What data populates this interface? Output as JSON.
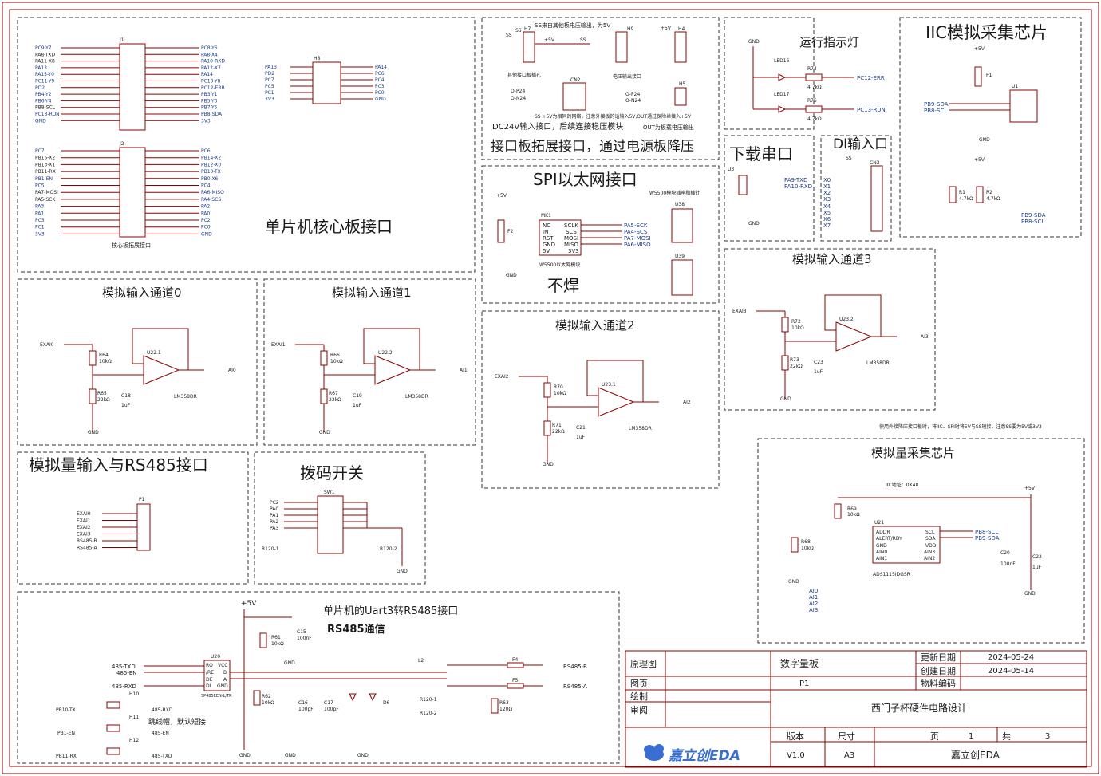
{
  "colors": {
    "wire": "#8b0000",
    "wire2": "#2a2a8a",
    "text": "#1a1a1a",
    "dash": "#333333",
    "blue": "#1a3a8a",
    "red": "#cc0000",
    "green": "#2e8b2e",
    "frame": "#8b0000",
    "logo": "#3a6fd1"
  },
  "sections": {
    "core_board": "单片机核心板接口",
    "ext_board": "接口板拓展接口，通过电源板降压",
    "dc24v_note": "DC24V输入接口，后续连接稳压模块",
    "out_note": "OUT为板载电压输出",
    "spi_title": "SPI以太网接口",
    "spi_sub": "W5500模块插座和插针",
    "spi_module": "W5500以太网模块",
    "no_solder": "不焊",
    "led_title": "运行指示灯",
    "iic_title": "IIC模拟采集芯片",
    "download": "下载串口",
    "di_input": "DI输入口",
    "ai0": "模拟输入通道0",
    "ai1": "模拟输入通道1",
    "ai2": "模拟输入通道2",
    "ai3": "模拟输入通道3",
    "ai_rs485": "模拟量输入与RS485接口",
    "dip": "拨码开关",
    "adc_title": "模拟量采集芯片",
    "iic_addr": "IIC地址：0X48",
    "ext_note": "使用外接降压接口板时，将IIC、SPI时将5V与SS短接，注意SS要为5V或3V3",
    "uart_title": "单片机的Uart3转RS485接口",
    "rs485_bold": "RS485通信",
    "jumper_note": "跳线帽，默认短接",
    "ss_note1": "SS来自其他板电压输出，为5V",
    "ss_note2": "SS +5V为相同的网络，注意外接板的话输入5V,OUT通过保险丝接入+5V",
    "other_board": "其他接口板插孔",
    "vout": "电压输出接口",
    "core_ext": "核心板拓展接口"
  },
  "title_block": {
    "h_diagram": "原理图",
    "board": "数字量板",
    "h_update": "更新日期",
    "update": "2024-05-24",
    "h_create": "创建日期",
    "create": "2024-05-14",
    "h_page": "图页",
    "page": "P1",
    "h_part": "物料编码",
    "h_draw": "绘制",
    "h_review": "审阅",
    "company": "西门子杯硬件电路设计",
    "h_version": "版本",
    "version": "V1.0",
    "h_size": "尺寸",
    "size": "A3",
    "h_pg": "页",
    "pg": "1",
    "h_total": "共",
    "total": "3",
    "logo": "嘉立创EDA",
    "tool": "嘉立创EDA"
  },
  "j1": {
    "left_nets": [
      "PC9-Y7",
      "PA8-TXD",
      "PA11-X8",
      "PA13",
      "PA15-Y0",
      "PC11-Y9",
      "PD2",
      "PB4-Y2",
      "PB6-Y4",
      "PB8-SCL",
      "PC13-RUN",
      "GND"
    ],
    "right_nets": [
      "PC8-Y6",
      "PA8-X4",
      "PA10-RXD",
      "PA12-X7",
      "PA14",
      "PC10-Y8",
      "PC12-ERR",
      "PB3-Y1",
      "PB5-Y3",
      "PB7-Y5",
      "PB8-SDA",
      "3V3"
    ]
  },
  "j2": {
    "left_nets": [
      "PC7",
      "PB15-X2",
      "PB13-X1",
      "PB11-RX",
      "PB1-EN",
      "PC5",
      "PA7-MOSI",
      "PA5-SCK",
      "PA3",
      "PA1",
      "PC3",
      "PC1",
      "3V3"
    ],
    "right_nets": [
      "PC6",
      "PB14-X2",
      "PB12-X0",
      "PB10-TX",
      "PB0-X6",
      "PC4",
      "PA6-MISO",
      "PA4-SCS",
      "PA2",
      "PA0",
      "PC2",
      "PC0",
      "GND"
    ]
  },
  "h8": {
    "left": [
      "PA13",
      "PD2",
      "PC7",
      "PC5",
      "PC1",
      "3V3"
    ],
    "right": [
      "PA14",
      "PC6",
      "PC4",
      "PC3",
      "PC0",
      "GND"
    ]
  },
  "rs485_nets": [
    "485-TXD",
    "485-EN",
    "485-RXD",
    "PB10-TX",
    "PB1-EN",
    "PB11-RX",
    "RS485-B",
    "RS485-A",
    "R120-1",
    "R120-2"
  ],
  "p1_nets": [
    "EXAI0",
    "EXAI1",
    "EXAI2",
    "EXAI3",
    "RS485-B",
    "RS485-A"
  ],
  "dip_nets": [
    "PC2",
    "PA0",
    "PA1",
    "PA2",
    "PA3"
  ],
  "refs": {
    "r64": "R64",
    "r64v": "10kΩ",
    "r65": "R65",
    "r65v": "22kΩ",
    "c18": "C18",
    "c18v": "1uF",
    "u22_1": "U22.1",
    "lm": "LM358DR",
    "r66": "R66",
    "r66v": "10kΩ",
    "r67": "R67",
    "r67v": "22kΩ",
    "c19": "C19",
    "c19v": "1uF",
    "u22_2": "U22.2",
    "r70": "R70",
    "r70v": "10kΩ",
    "r71": "R71",
    "r71v": "22kΩ",
    "c21": "C21",
    "c21v": "1uF",
    "u23_1": "U23.1",
    "r72": "R72",
    "r72v": "10kΩ",
    "r73": "R73",
    "r73v": "22kΩ",
    "c23": "C23",
    "c23v": "1uF",
    "u23_2": "U23.2",
    "u21": "U21",
    "ads": "ADS1115IDGSR",
    "r69": "R69",
    "r69v": "10kΩ",
    "r68": "R68",
    "r68v": "10kΩ",
    "c20": "C20",
    "c20v": "100nF",
    "c22": "C22",
    "c22v": "1uF",
    "u20": "U20",
    "sp": "SP485EEN-L/TR",
    "r61": "R61",
    "r61v": "10kΩ",
    "c15": "C15",
    "c15v": "100nF",
    "r62": "R62",
    "r62v": "10kΩ",
    "c16": "C16",
    "c16v": "100pF",
    "c17": "C17",
    "c17v": "100pF",
    "d6": "D6",
    "l2": "L2",
    "f4": "F4",
    "f5": "F5",
    "r63": "R63",
    "r63v": "120Ω",
    "h10": "H10",
    "h11": "H11",
    "h12": "H12",
    "p1": "P1",
    "sw1": "SW1",
    "u1": "U1",
    "f1": "F1",
    "r1": "R1",
    "r1v": "4.7kΩ",
    "r2": "R2",
    "r2v": "4.7kΩ",
    "led16": "LED16",
    "led17": "LED17",
    "r74": "R74",
    "r74v": "4.7kΩ",
    "r75": "R75",
    "r75v": "4.7kΩ",
    "u3": "U3",
    "cn3": "CN3",
    "mk1": "MK1",
    "f2": "F2",
    "u38": "U38",
    "u39": "U39",
    "h7": "H7",
    "h9": "H9",
    "h4": "H4",
    "h5": "H5",
    "cn2": "CN2",
    "h8": "H8",
    "j1": "J1",
    "j2": "J2"
  },
  "labels": {
    "ai0": "AI0",
    "ai1": "AI1",
    "ai2": "AI2",
    "ai3": "AI3",
    "exai0": "EXAI0",
    "exai1": "EXAI1",
    "exai2": "EXAI2",
    "exai3": "EXAI3",
    "gnd": "GND",
    "p5v": "+5V",
    "ss": "SS",
    "v5": "+5V",
    "pc12": "PC12-ERR",
    "pc13": "PC13-RUN",
    "pb9scl": "PB9-SDA",
    "pb8scl": "PB8-SCL",
    "pb9sda": "PB9-SDA",
    "pb8scl2": "PB8-SCL",
    "pa9": "PA9-TXD",
    "pa10": "PA10-RXD",
    "pa5": "PA5-SCK",
    "pa4": "PA4-SCS",
    "pa7": "PA7-MOSI",
    "pa6": "PA6-MISO",
    "op24": "O-P24",
    "on24": "O-N24",
    "x0": "X0",
    "x1": "X1",
    "x2": "X2",
    "x3": "X3",
    "x4": "X4",
    "x5": "X5",
    "x6": "X6",
    "x7": "X7",
    "adc_pins_l": "ADDR",
    "adc_pins_l2": "ALERT/RDY",
    "adc_pins_l3": "GND",
    "adc_pins_l4": "AIN0",
    "adc_pins_l5": "AIN1",
    "adc_pins_r": "SCL",
    "adc_pins_r2": "SDA",
    "adc_pins_r3": "VDD",
    "adc_pins_r4": "AIN3",
    "adc_pins_r5": "AIN2",
    "nc": "NC",
    "int": "INT",
    "rst": "RST",
    "gndp": "GND",
    "v5p": "5V",
    "sclk": "SCLK",
    "scs": "SCS",
    "mosi": "MOSI",
    "miso": "MISO",
    "v33": "3V3",
    "ro": "RO",
    "re": "/RE",
    "de": "DE",
    "di": "DI",
    "vcc": "VCC",
    "b": "B",
    "a": "A",
    "gnd2": "GND"
  }
}
